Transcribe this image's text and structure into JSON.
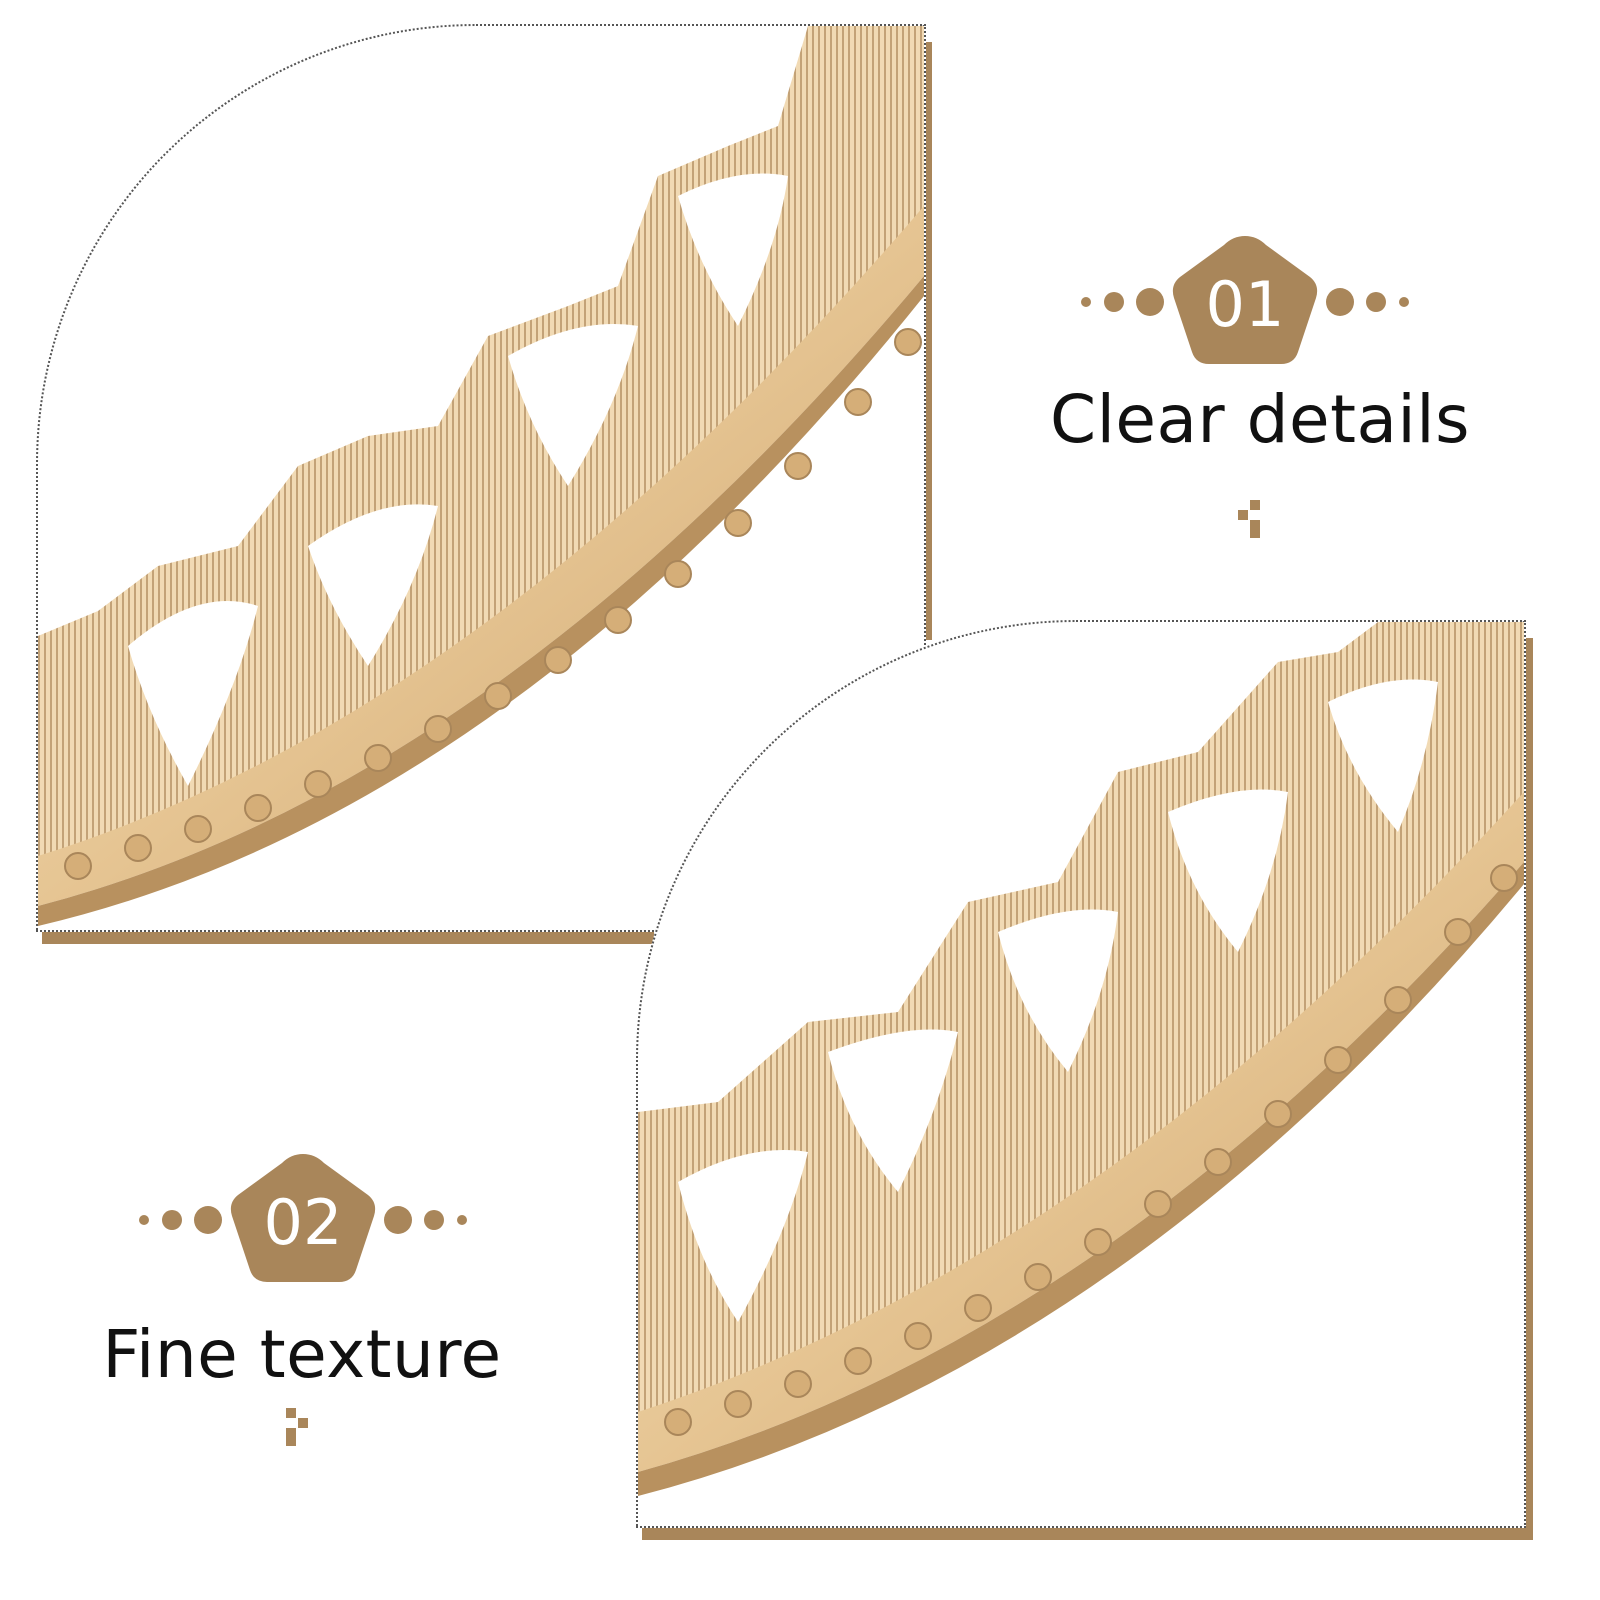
{
  "colors": {
    "accent": "#a9865a",
    "gold_light": "#f3dcb4",
    "gold_mid": "#e2bf8c",
    "gold_dark": "#b8915f",
    "text": "#111111"
  },
  "features": [
    {
      "number": "01",
      "label": "Clear details",
      "icon": "pentagon-badge-icon"
    },
    {
      "number": "02",
      "label": "Fine texture",
      "icon": "pentagon-badge-icon"
    }
  ]
}
